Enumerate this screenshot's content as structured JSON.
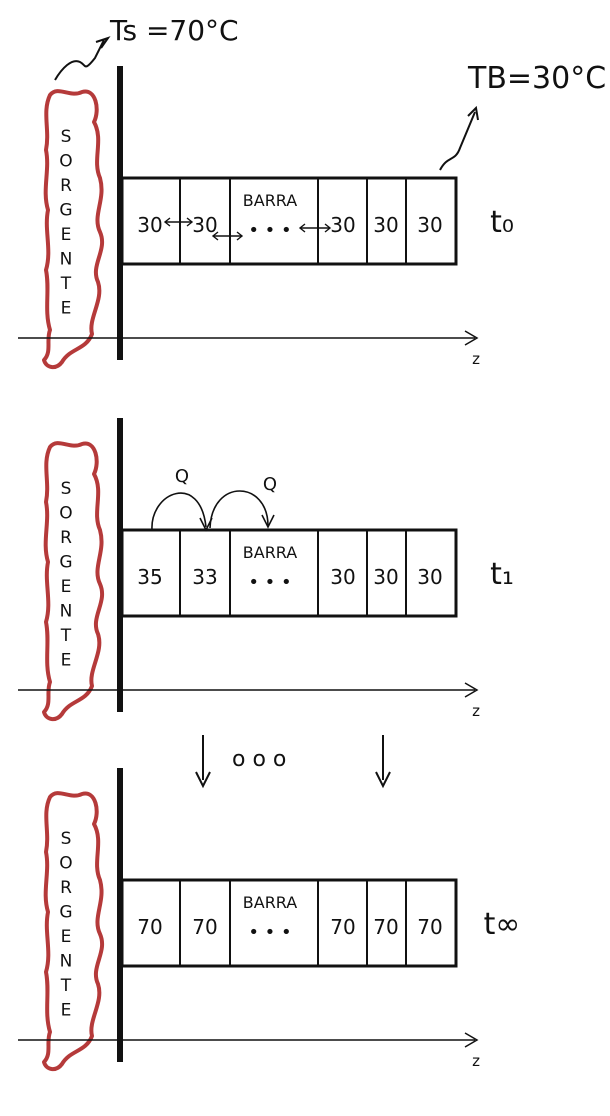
{
  "header": {
    "source_temp": "Ts =70°C",
    "bar_temp": "TB=30°C"
  },
  "source_label_letters": [
    "S",
    "O",
    "R",
    "G",
    "E",
    "N",
    "T",
    "E"
  ],
  "axis_label": "z",
  "bar_label": "BARRA",
  "ellipsis": "• • •",
  "heat_label": "Q",
  "colors": {
    "source": "#b53a3a",
    "ink": "#111111"
  },
  "panels": [
    {
      "time_label": "t₀",
      "cells": [
        "30",
        "30",
        "30",
        "30",
        "30"
      ]
    },
    {
      "time_label": "t₁",
      "cells": [
        "35",
        "33",
        "30",
        "30",
        "30"
      ]
    },
    {
      "time_label": "t∞",
      "cells": [
        "70",
        "70",
        "70",
        "70",
        "70"
      ]
    }
  ],
  "transition": {
    "dots": "o   o   o"
  }
}
